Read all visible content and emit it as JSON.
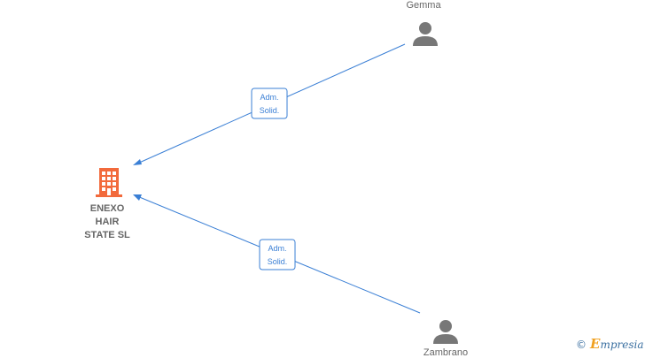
{
  "nodes": {
    "company": {
      "name_lines": [
        "ENEXO",
        "HAIR",
        "STATE  SL"
      ],
      "icon": "building-icon",
      "color": "#f26a3c"
    },
    "person_top": {
      "name": "Gemma",
      "icon": "person-icon",
      "color": "#777777"
    },
    "person_bottom": {
      "name": "Zambrano",
      "icon": "person-icon",
      "color": "#777777"
    }
  },
  "edges": [
    {
      "from": "person_top",
      "to": "company",
      "label_lines": [
        "Adm.",
        "Solid."
      ]
    },
    {
      "from": "person_bottom",
      "to": "company",
      "label_lines": [
        "Adm.",
        "Solid."
      ]
    }
  ],
  "colors": {
    "edge": "#3a7fd5",
    "label_text": "#666666"
  },
  "watermark": {
    "symbol": "©",
    "initial": "E",
    "rest": "mpresia"
  }
}
